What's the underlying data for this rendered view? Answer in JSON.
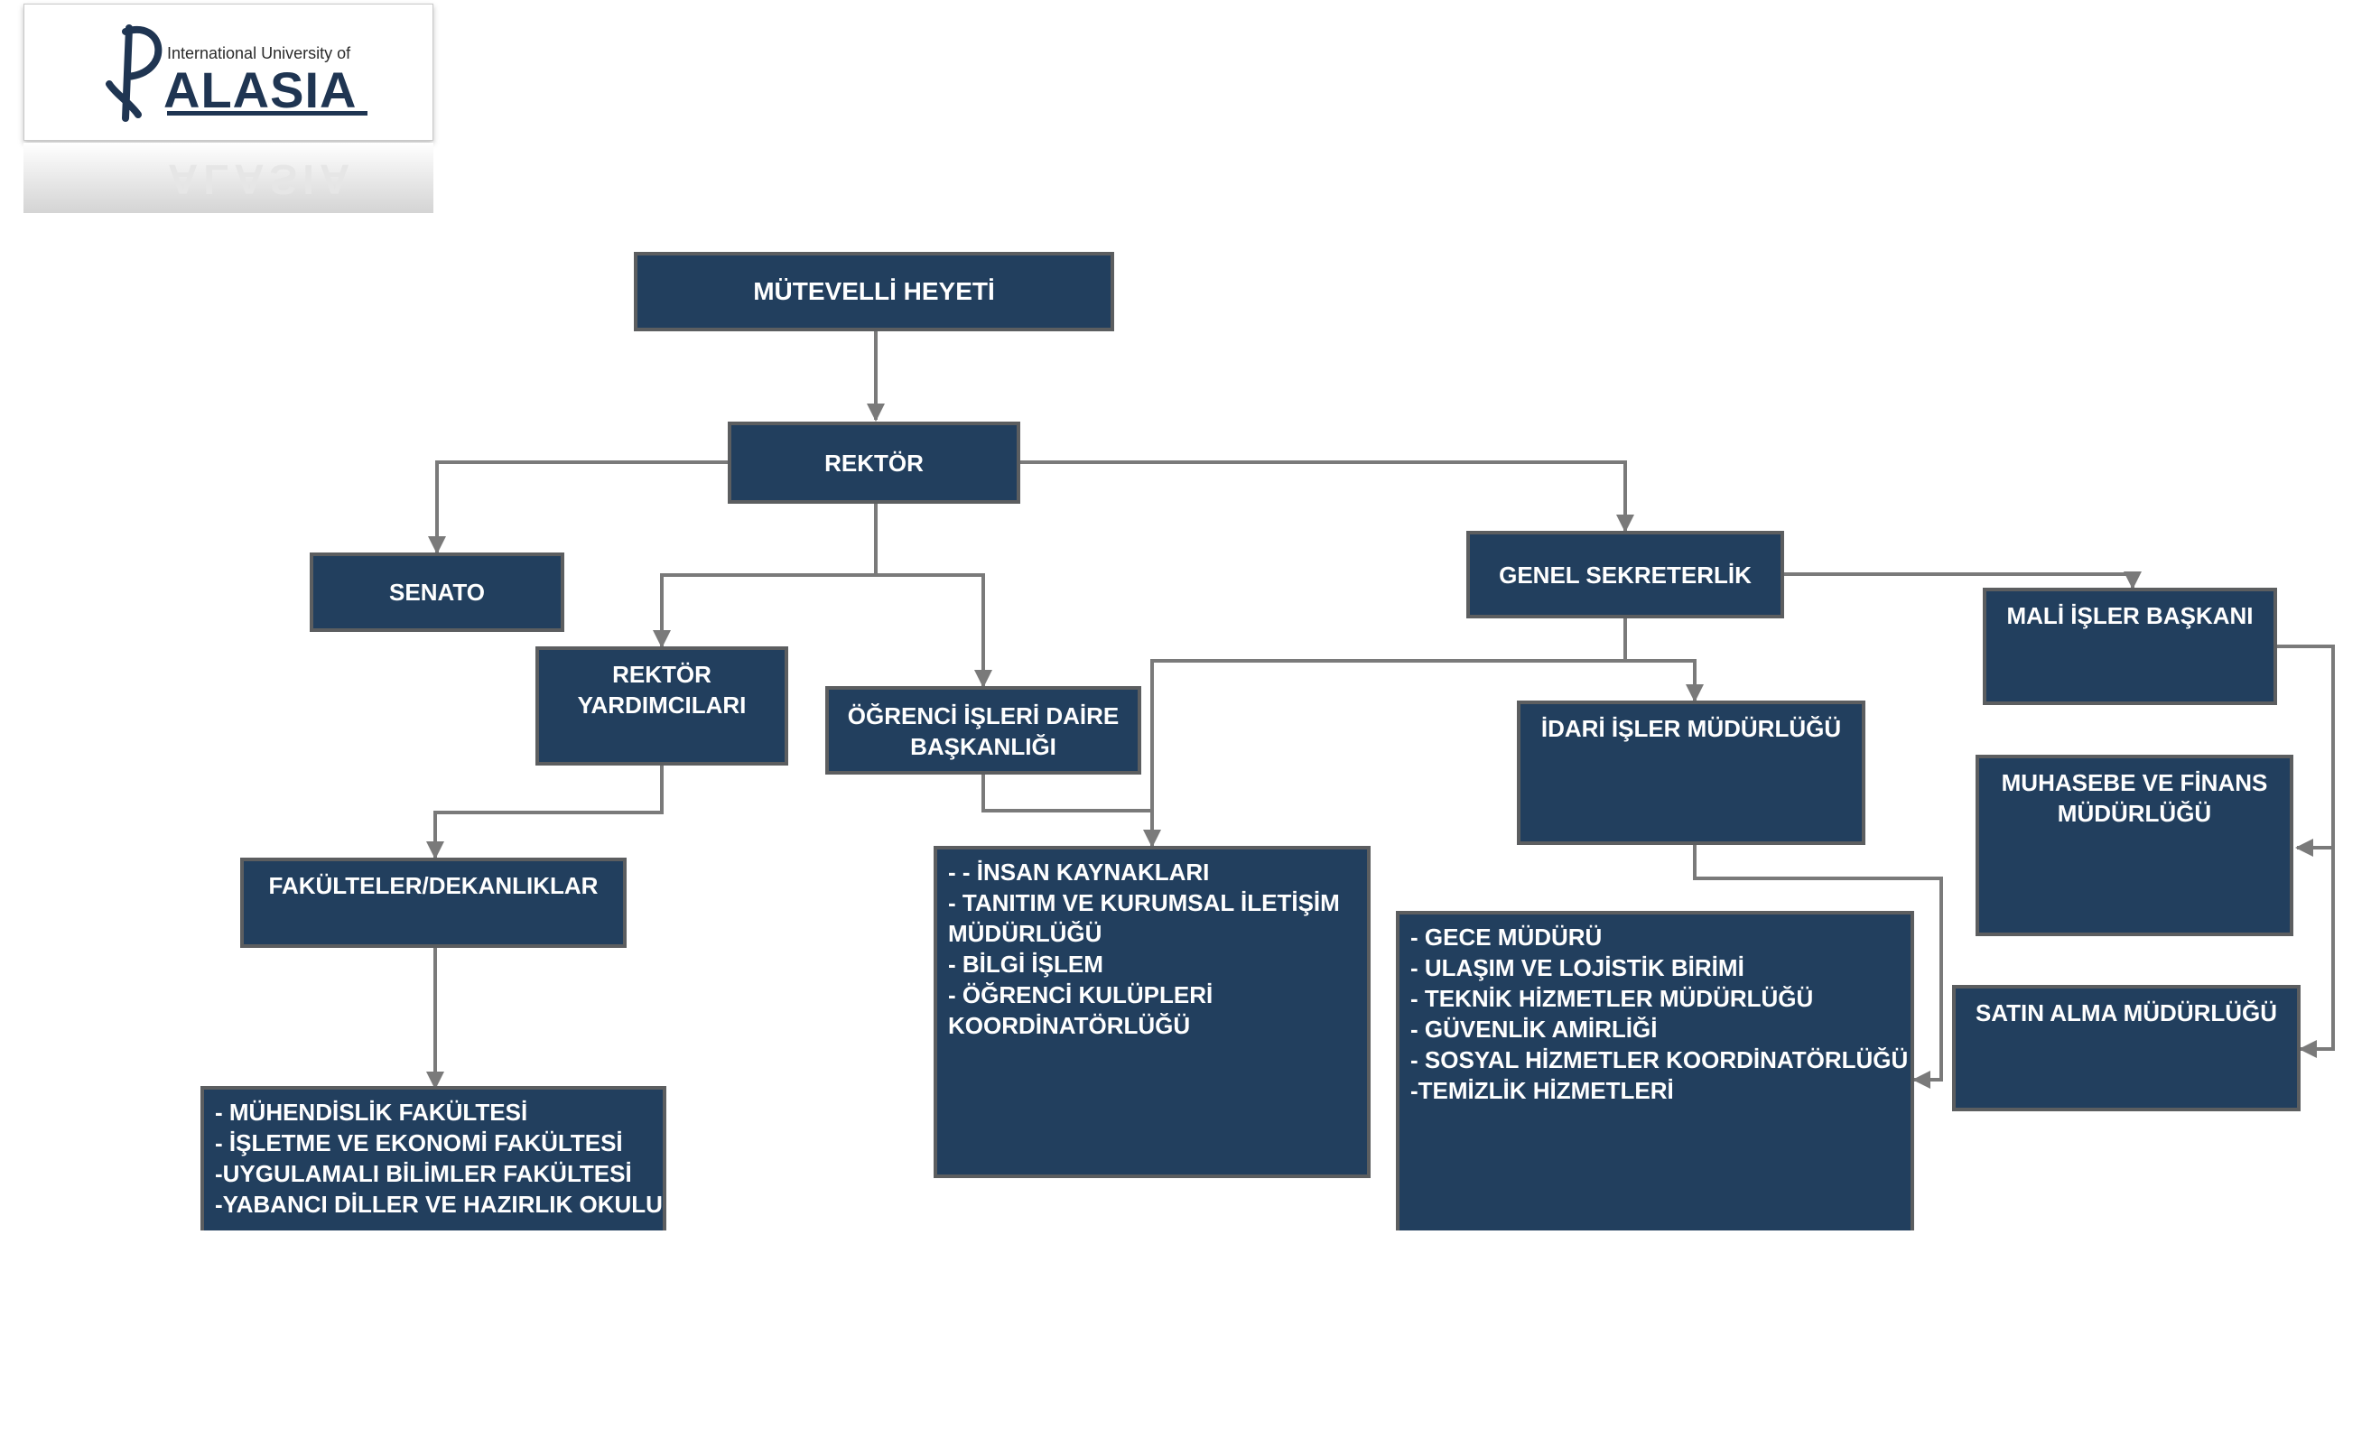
{
  "logo": {
    "small_text": "International University of",
    "big_text": "ALASIA"
  },
  "nodes": {
    "mutevelli": "MÜTEVELLİ HEYETİ",
    "rektor": "REKTÖR",
    "senato": "SENATO",
    "genel_sekreterlik": "GENEL SEKRETERLİK",
    "mali_isler": "MALİ İŞLER BAŞKANI",
    "rektor_yardimcilari": [
      "REKTÖR",
      "YARDIMCILARI"
    ],
    "ogrenci_isleri": [
      "ÖĞRENCİ İŞLERİ DAİRE",
      "BAŞKANLIĞI"
    ],
    "idari_isler": "İDARİ İŞLER MÜDÜRLÜĞÜ",
    "muhasebe": [
      "MUHASEBE VE FİNANS",
      "MÜDÜRLÜĞÜ"
    ],
    "fakulteler": "FAKÜLTELER/DEKANLIKLAR",
    "satin_alma": "SATIN ALMA MÜDÜRLÜĞÜ"
  },
  "lists": {
    "genel_units": [
      "- - İNSAN KAYNAKLARI",
      "- TANITIM VE KURUMSAL İLETİŞİM",
      "MÜDÜRLÜĞÜ",
      "- BİLGİ İŞLEM",
      "- ÖĞRENCİ KULÜPLERİ",
      "KOORDİNATÖRLÜĞÜ"
    ],
    "idari_units": [
      "- GECE MÜDÜRÜ",
      "- ULAŞIM VE LOJİSTİK BİRİMİ",
      "- TEKNİK HİZMETLER MÜDÜRLÜĞÜ",
      "- GÜVENLİK AMİRLİĞİ",
      "- SOSYAL HİZMETLER KOORDİNATÖRLÜĞÜ",
      "-TEMİZLİK HİZMETLERİ"
    ],
    "faculties": [
      "- MÜHENDİSLİK FAKÜLTESİ",
      "- İŞLETME VE EKONOMİ FAKÜLTESİ",
      "-UYGULAMALI BİLİMLER FAKÜLTESİ",
      "-YABANCI DİLLER VE HAZIRLIK OKULU"
    ]
  },
  "colors": {
    "box_fill": "#223f5e",
    "box_border": "#5c5e60",
    "connector": "#7a7a7a",
    "text": "#ffffff"
  }
}
